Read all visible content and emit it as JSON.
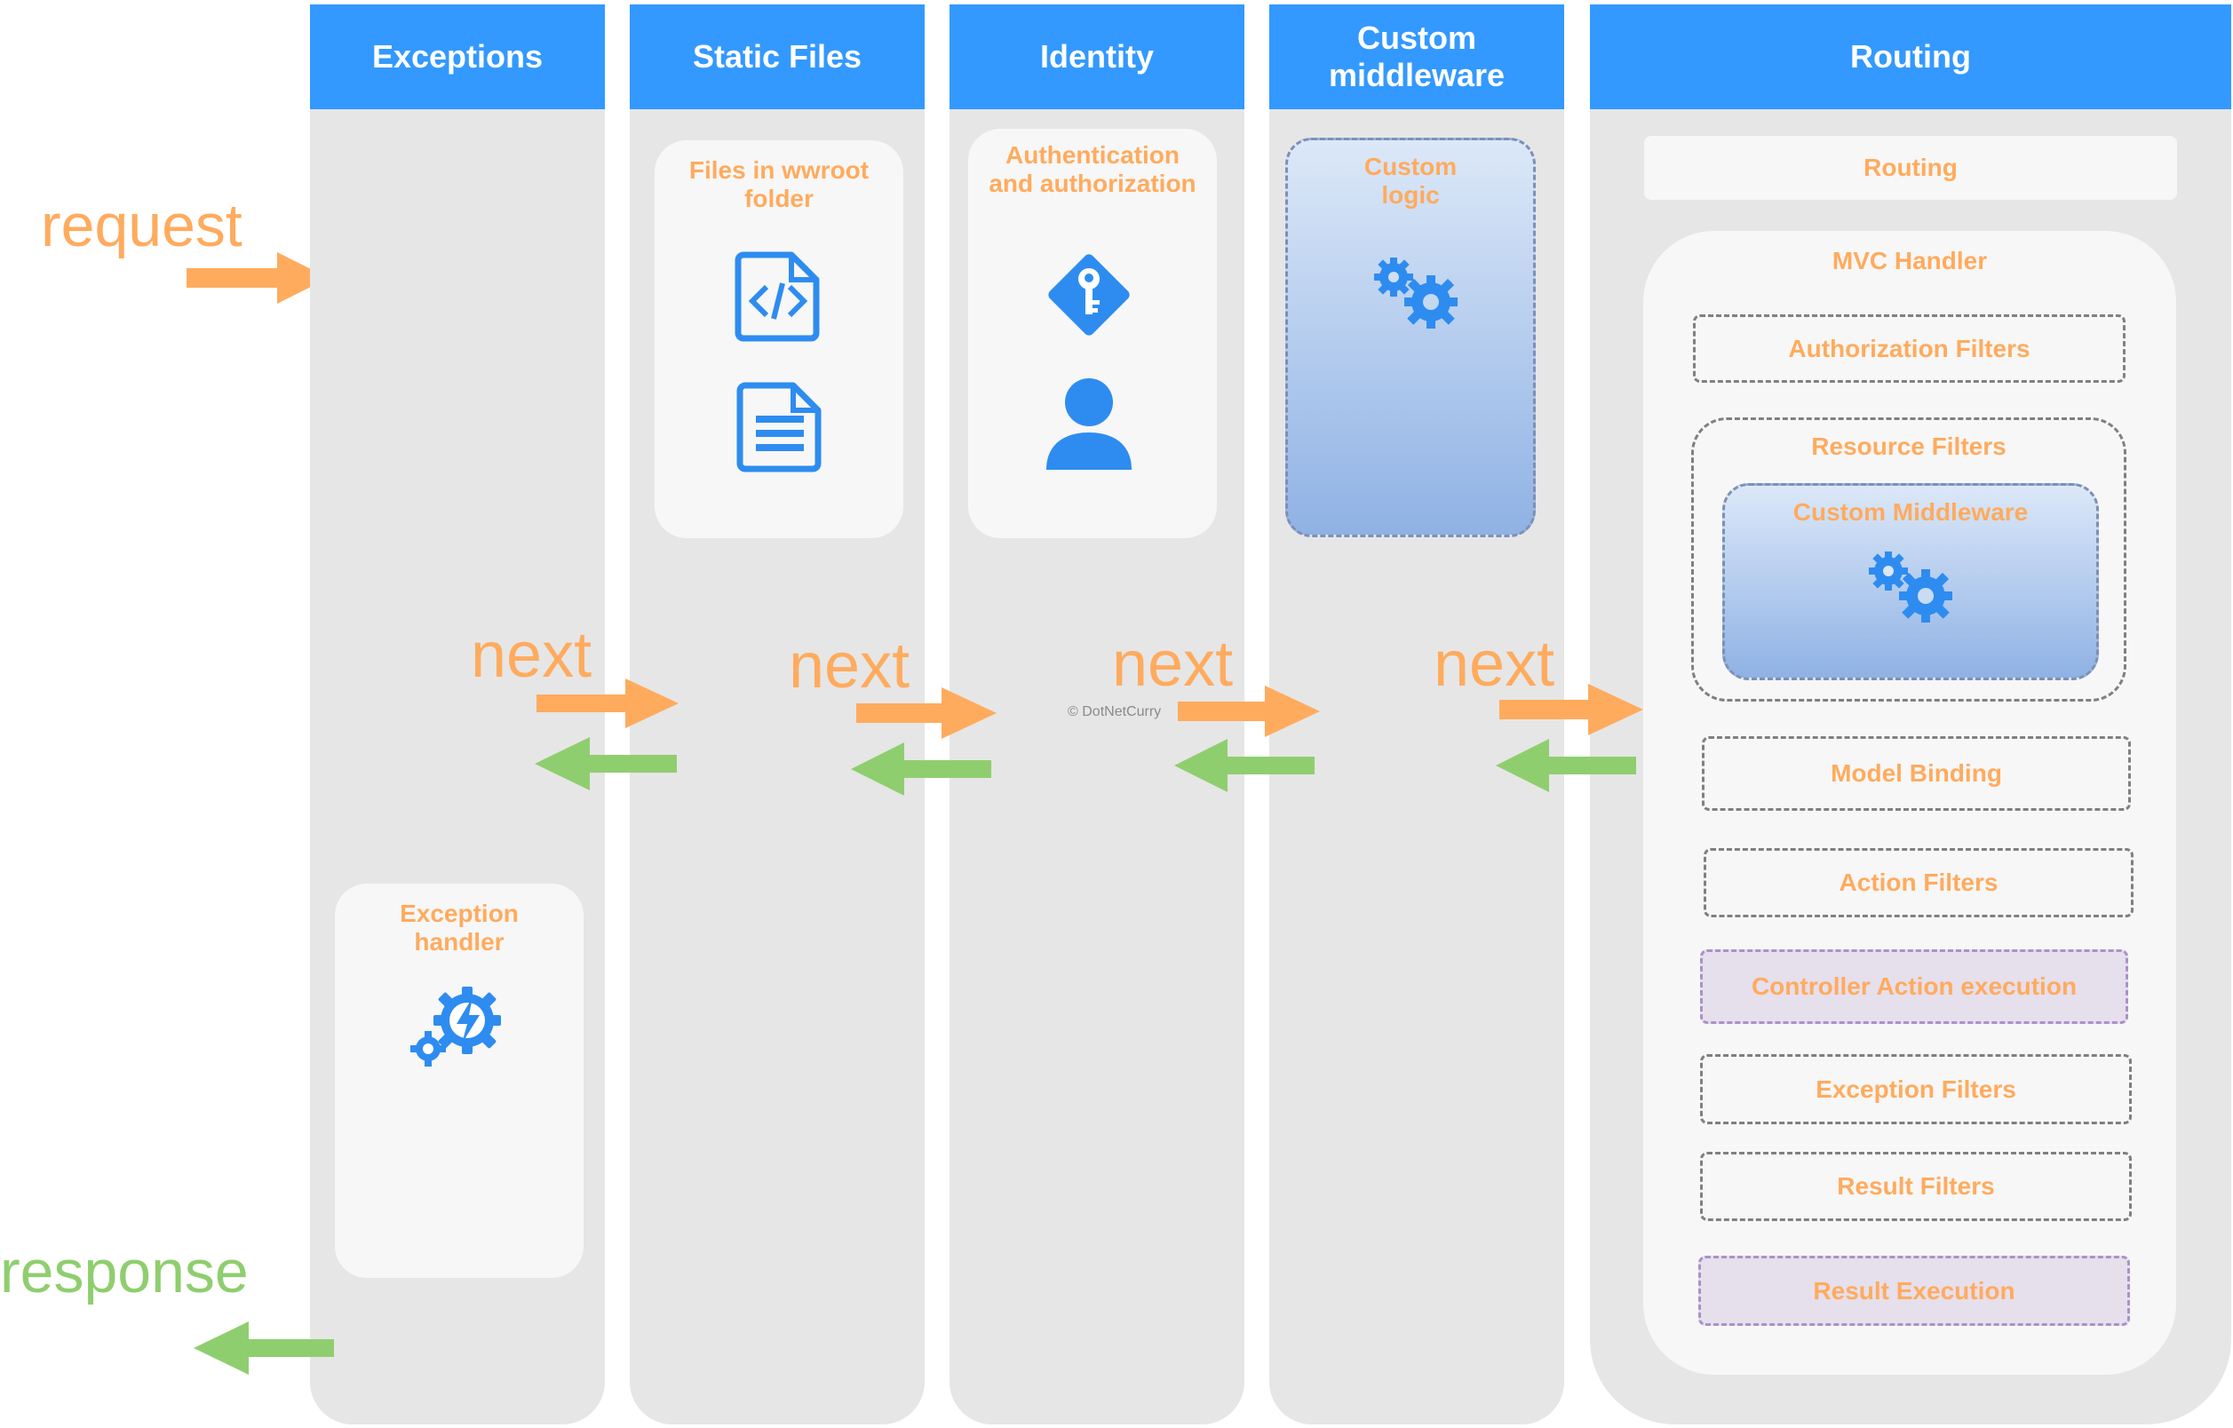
{
  "columns": {
    "exceptions": "Exceptions",
    "static_files": "Static Files",
    "identity": "Identity",
    "custom_middleware": "Custom middleware",
    "routing": "Routing"
  },
  "labels": {
    "request": "request",
    "response": "response",
    "next": "next",
    "watermark": "© DotNetCurry"
  },
  "cards": {
    "static_files": "Files in wwroot folder",
    "identity": "Authentication and authorization",
    "custom_logic": "Custom logic",
    "exception_handler": "Exception handler"
  },
  "routing": {
    "routing_box": "Routing",
    "mvc_handler": "MVC Handler",
    "authorization_filters": "Authorization Filters",
    "resource_filters": "Resource Filters",
    "custom_middleware": "Custom Middleware",
    "model_binding": "Model Binding",
    "action_filters": "Action Filters",
    "controller_action_execution": "Controller Action execution",
    "exception_filters": "Exception Filters",
    "result_filters": "Result Filters",
    "result_execution": "Result Execution"
  },
  "colors": {
    "header_blue": "#3399ff",
    "icon_blue": "#2e8cf0",
    "column_gray": "#e6e6e6",
    "card_gray": "#f7f7f7",
    "orange": "#ffab5e",
    "green": "#8fce6f",
    "purple_fill": "#e6dfec"
  },
  "icons": [
    "code-file-icon",
    "document-icon",
    "key-diamond-icon",
    "user-icon",
    "gears-icon",
    "gear-lightning-icon"
  ]
}
